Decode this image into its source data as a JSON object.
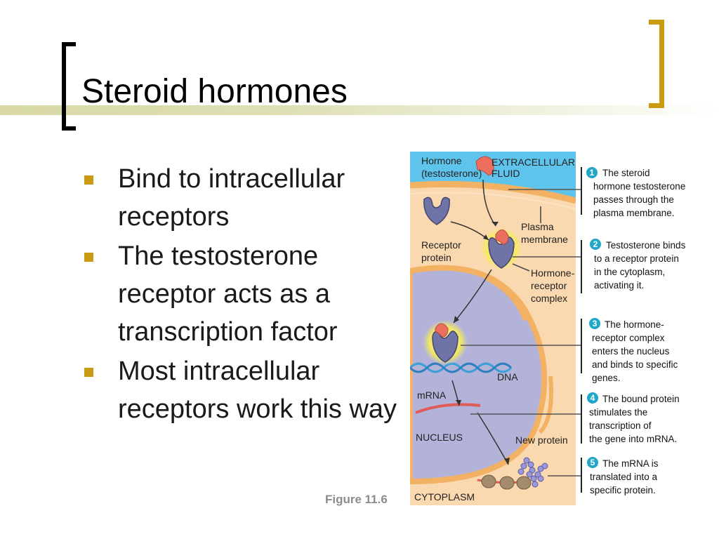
{
  "slide": {
    "title": "Steroid hormones",
    "bullets": [
      "Bind to intracellular receptors",
      "The testosterone receptor acts as a transcription factor",
      "Most intracellular receptors work this way"
    ],
    "figure_caption": "Figure 11.6"
  },
  "diagram": {
    "labels": {
      "hormone_line1": "Hormone",
      "hormone_line2": "(testosterone)",
      "extracellular_line1": "EXTRACELLULAR",
      "extracellular_line2": "FLUID",
      "plasma_line1": "Plasma",
      "plasma_line2": "membrane",
      "receptor_line1": "Receptor",
      "receptor_line2": "protein",
      "complex_line1": "Hormone-",
      "complex_line2": "receptor",
      "complex_line3": "complex",
      "dna": "DNA",
      "mrna": "mRNA",
      "nucleus": "NUCLEUS",
      "new_protein": "New protein",
      "cytoplasm": "CYTOPLASM"
    },
    "steps": [
      {
        "num": "1",
        "lines": [
          "The steroid",
          "hormone testosterone",
          "passes through the",
          "plasma membrane."
        ]
      },
      {
        "num": "2",
        "lines": [
          "Testosterone binds",
          "to a receptor protein",
          "in the cytoplasm,",
          "activating it."
        ]
      },
      {
        "num": "3",
        "lines": [
          "The hormone-",
          "receptor complex",
          "enters the nucleus",
          "and binds to specific",
          "genes."
        ]
      },
      {
        "num": "4",
        "lines": [
          "The bound protein",
          "stimulates the",
          "transcription of",
          "the gene into mRNA."
        ]
      },
      {
        "num": "5",
        "lines": [
          "The mRNA is",
          "translated into a",
          "specific protein."
        ]
      }
    ],
    "colors": {
      "extracellular": "#5ec4ec",
      "cytoplasm": "#fbd9b0",
      "membrane": "#f3b263",
      "nucleus": "#b3b3d9",
      "hormone": "#ec6e5f",
      "receptor": "#6f73a6",
      "step_badge": "#1fa6c9",
      "bracket_accent": "#c99a12"
    }
  }
}
